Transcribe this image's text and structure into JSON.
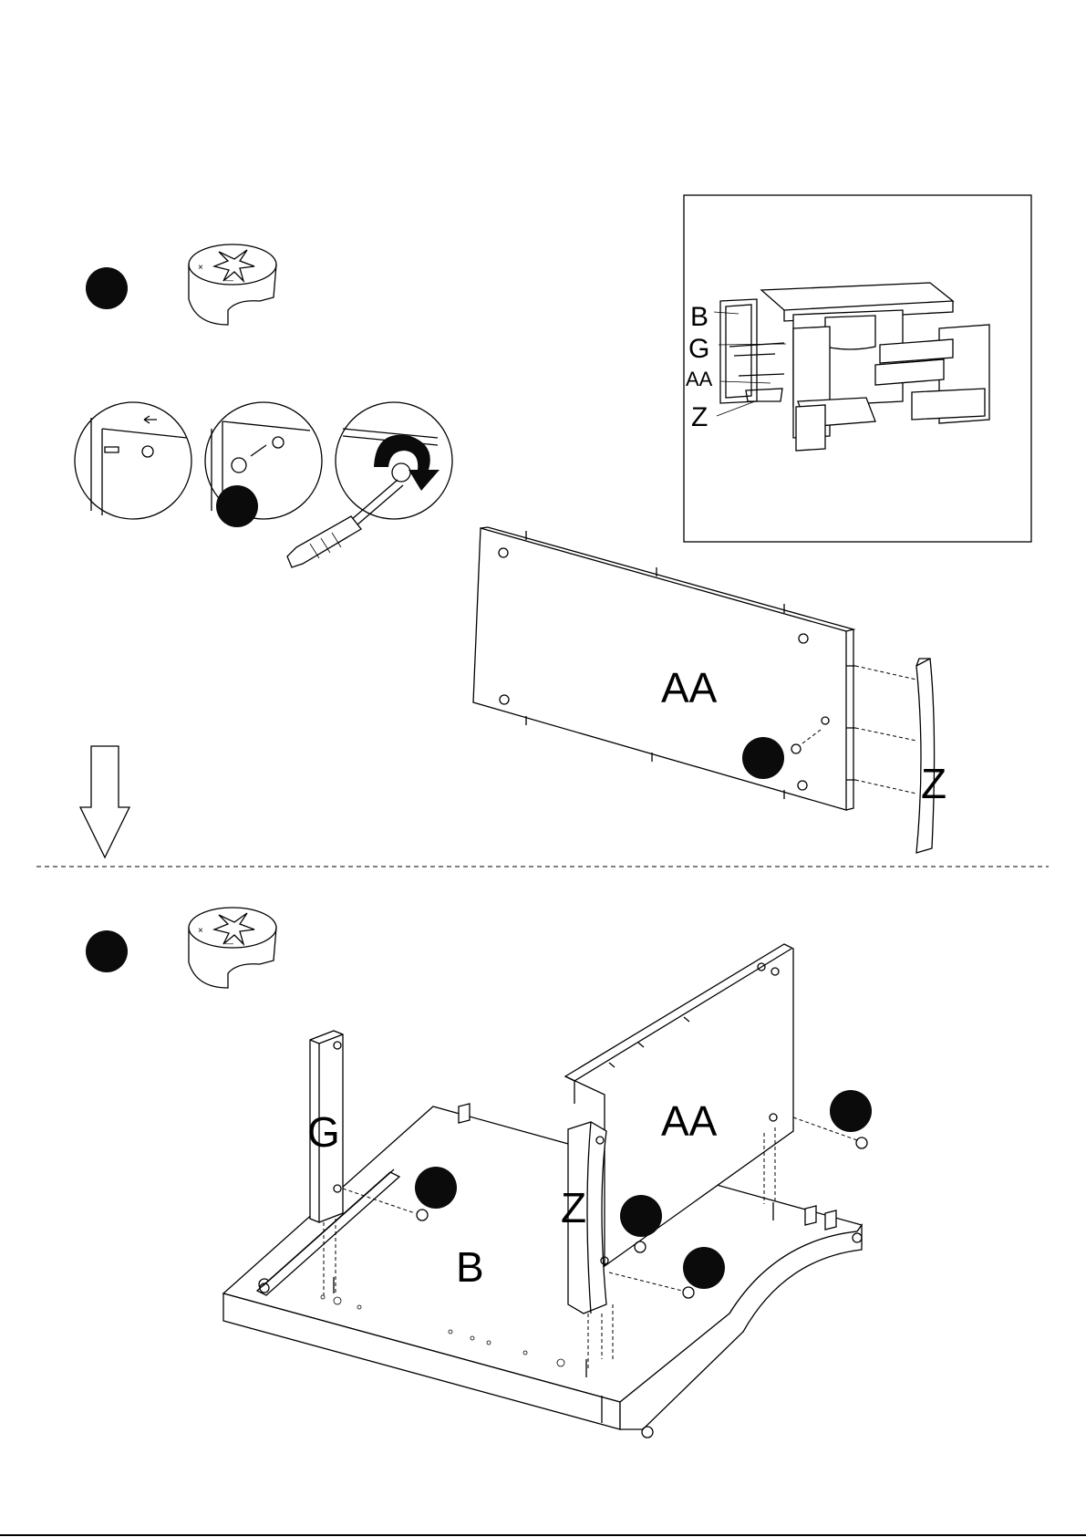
{
  "overview": {
    "labels": [
      "B",
      "G",
      "AA",
      "Z"
    ]
  },
  "step_top": {
    "panel_label": "AA",
    "side_label": "Z"
  },
  "step_bottom": {
    "labels": {
      "upright": "G",
      "base": "B",
      "back": "AA",
      "side": "Z"
    }
  },
  "icons": [
    "cam-lock-icon",
    "screwdriver-icon",
    "rotate-arrow-icon",
    "down-arrow-icon",
    "cam-bolt-icon"
  ]
}
